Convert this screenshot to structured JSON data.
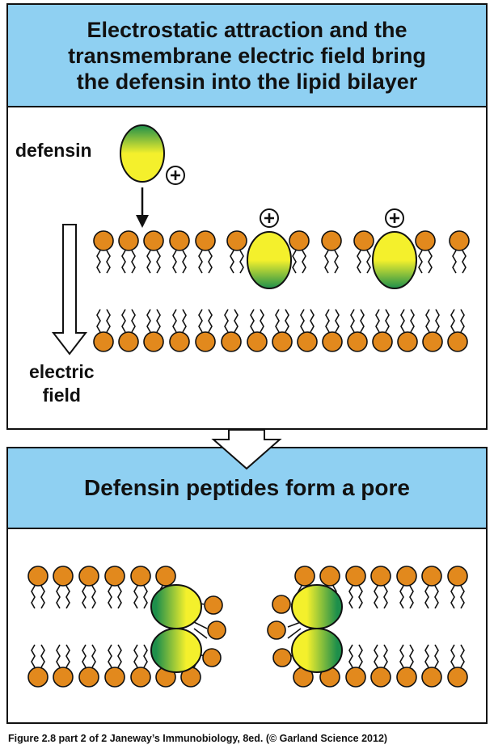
{
  "panel1": {
    "title_lines": [
      "Electrostatic attraction and the",
      "transmembrane electric field bring",
      "the defensin into the lipid bilayer"
    ],
    "defensin_label": "defensin",
    "field_label_lines": [
      "electric",
      "field"
    ]
  },
  "panel2": {
    "title": "Defensin peptides form a pore"
  },
  "caption": "Figure 2.8 part 2 of 2  Janeway’s Immunobiology, 8ed. (© Garland Science 2012)",
  "colors": {
    "header_bg": "#8fd0f2",
    "lipid_head": "#e2891d",
    "defensin_green": "#1e8f4b",
    "defensin_yellow": "#f4f02c"
  },
  "icons": [
    "plus-charge-icon",
    "down-arrow-icon",
    "electric-field-arrow-icon",
    "transition-arrow-icon"
  ]
}
